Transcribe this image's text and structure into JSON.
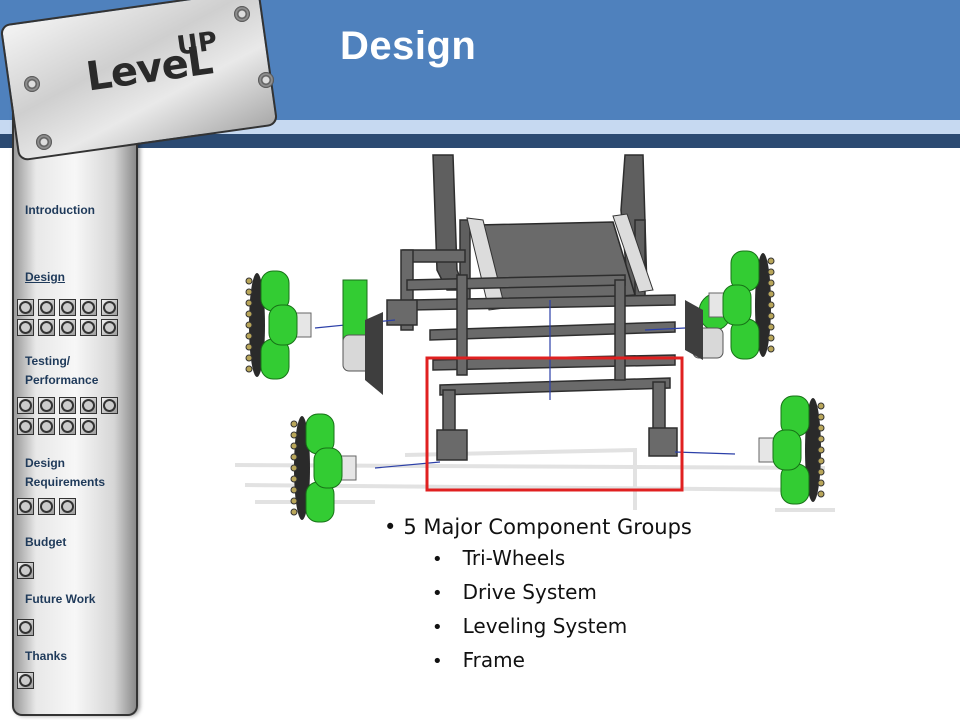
{
  "slide": {
    "title": "Design",
    "logo": {
      "main": "LeveL",
      "sup": "UP"
    }
  },
  "nav": {
    "items": [
      {
        "label": "Introduction",
        "active": false
      },
      {
        "label": "Design",
        "active": true
      },
      {
        "label_line1": "Testing/",
        "label_line2": "Performance",
        "active": false
      },
      {
        "label_line1": "Design",
        "label_line2": "Requirements",
        "active": false
      },
      {
        "label": "Budget",
        "active": false
      },
      {
        "label": "Future Work",
        "active": false
      },
      {
        "label": "Thanks",
        "active": false
      }
    ],
    "chip_counts": [
      10,
      9,
      3,
      1,
      1,
      1
    ]
  },
  "content": {
    "heading": "5 Major Component Groups",
    "bullets": [
      "Tri-Wheels",
      "Drive System",
      "Leveling System",
      "Frame"
    ]
  },
  "colors": {
    "header": "#4f81bd",
    "wheel": "#33cc33",
    "frame": "#5a5a5a",
    "highlight": "#e02020"
  },
  "image": {
    "description_icon": "cad-assembly-exploded-view"
  }
}
